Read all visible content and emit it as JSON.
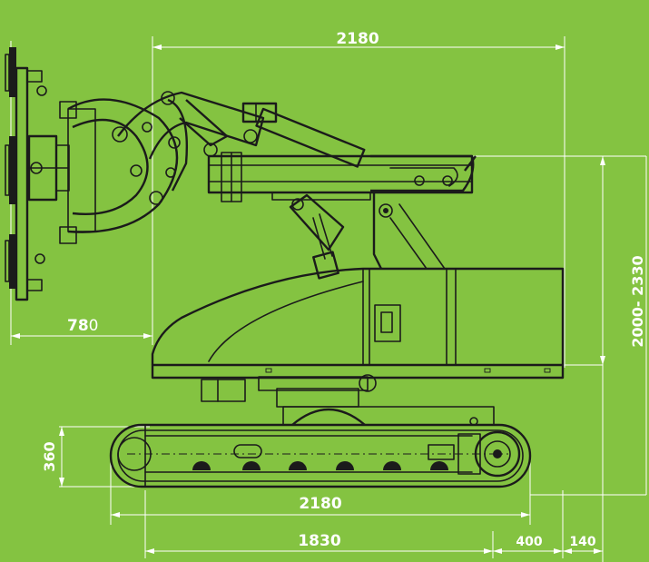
{
  "dimensions": {
    "top_width": "2180",
    "left_overhang": "78",
    "left_overhang_suffix": "0",
    "height_range": "2000- 2330",
    "track_height": "360",
    "track_length": "2180",
    "base_length": "1830",
    "rear_offset": "400",
    "rear_edge": "140"
  },
  "colors": {
    "background": "#84c341",
    "line": "#1b1b1b",
    "dimension": "#ffffff"
  }
}
